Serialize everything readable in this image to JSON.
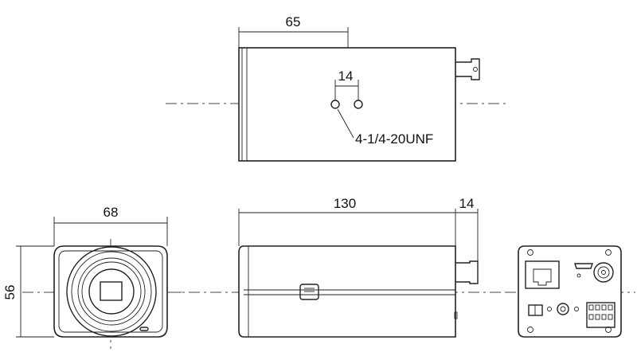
{
  "top_view": {
    "dim_length": "65",
    "dim_hole_spacing": "14",
    "thread_label": "4-1/4-20UNF"
  },
  "front_view": {
    "dim_width": "68",
    "dim_height": "56"
  },
  "side_view": {
    "dim_body_length": "130",
    "dim_connector_length": "14"
  }
}
